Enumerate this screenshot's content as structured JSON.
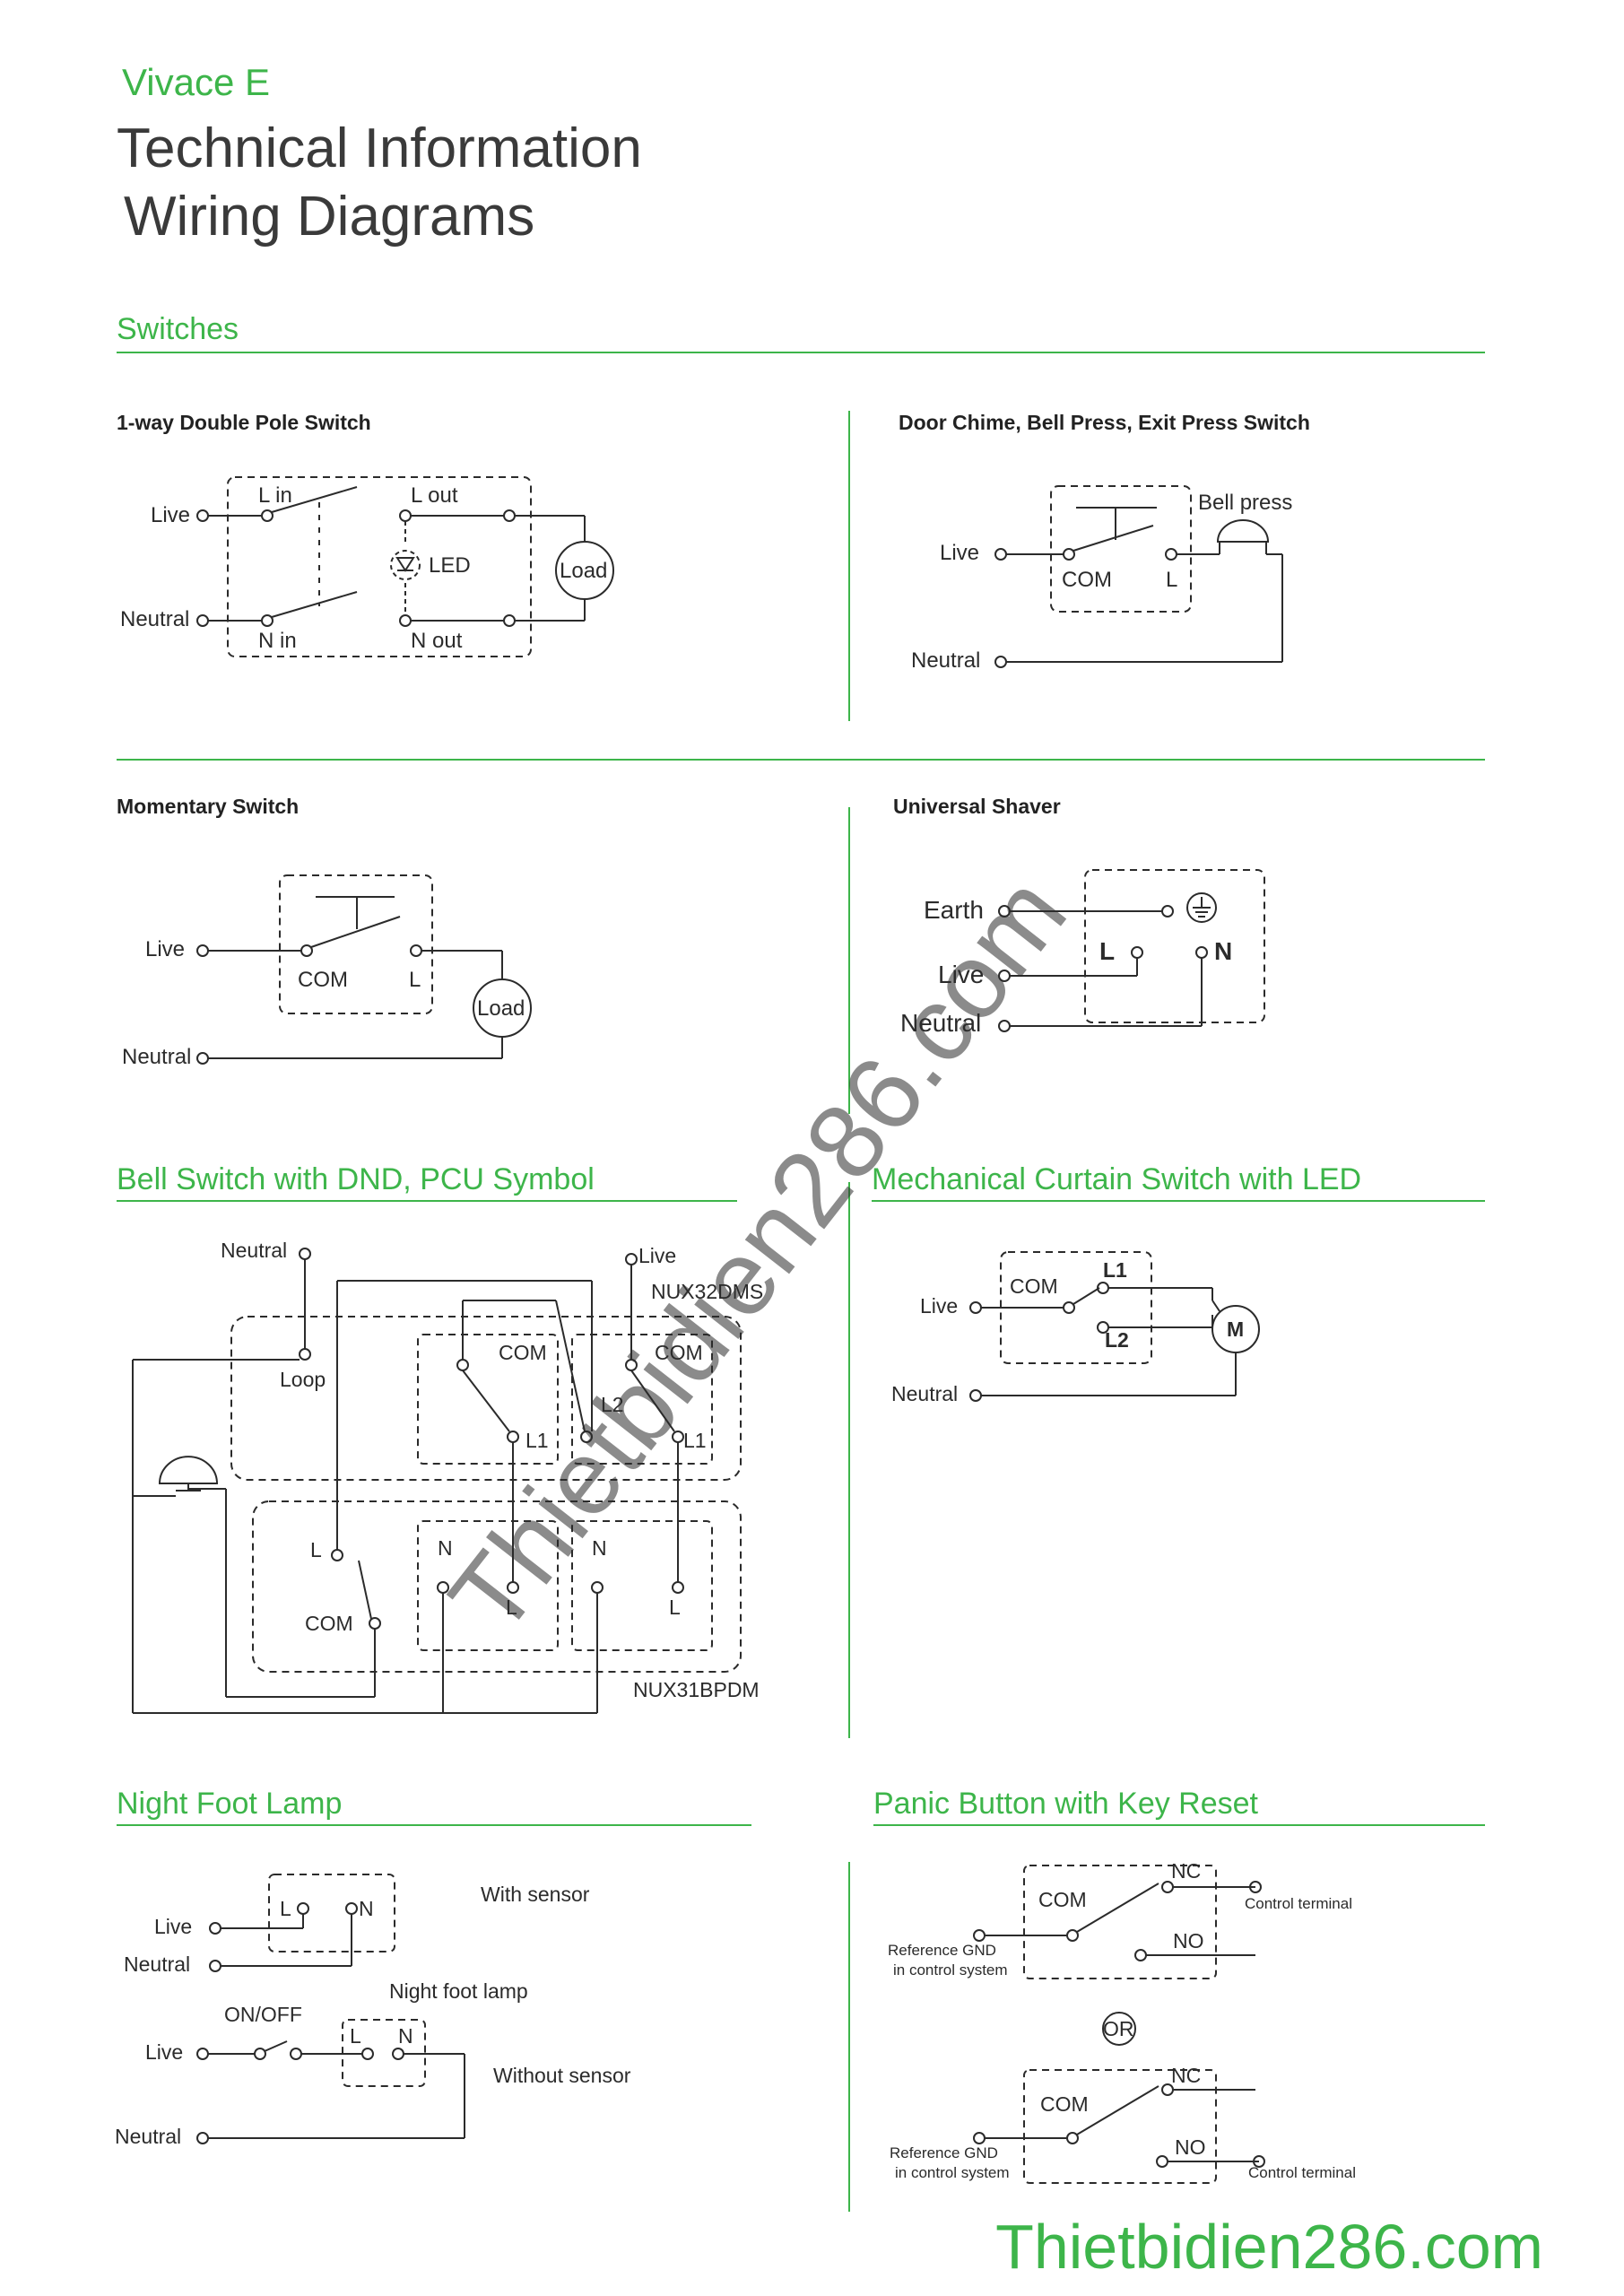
{
  "header": {
    "brand": "Vivace E",
    "title_line1": "Technical Information",
    "title_line2": "Wiring Diagrams"
  },
  "sections": {
    "switches": "Switches",
    "bell_dnd": "Bell Switch with DND, PCU Symbol",
    "curtain": "Mechanical Curtain Switch with LED",
    "night_lamp": "Night Foot Lamp",
    "panic": "Panic Button with Key Reset"
  },
  "subtitles": {
    "one_way": "1-way Double Pole Switch",
    "door_chime": "Door Chime, Bell Press, Exit Press Switch",
    "momentary": "Momentary Switch",
    "shaver": "Universal Shaver"
  },
  "labels": {
    "live": "Live",
    "neutral": "Neutral",
    "earth": "Earth",
    "l_in": "L in",
    "l_out": "L out",
    "n_in": "N in",
    "n_out": "N out",
    "led": "LED",
    "load": "Load",
    "com": "COM",
    "l": "L",
    "n": "N",
    "bell_press": "Bell press",
    "loop": "Loop",
    "l1": "L1",
    "l2": "L2",
    "m": "M",
    "nux32": "NUX32DMS",
    "nux31": "NUX31BPDM",
    "with_sensor": "With sensor",
    "without_sensor": "Without sensor",
    "night_foot_lamp": "Night foot lamp",
    "on_off": "ON/OFF",
    "nc": "NC",
    "no": "NO",
    "or": "OR",
    "control_terminal": "Control terminal",
    "ref_gnd_1": "Reference GND",
    "ref_gnd_2": "in control system"
  },
  "watermark": "Thietbidien286.com",
  "footer": {
    "site": "Thietbidien286.com"
  },
  "colors": {
    "accent": "#3db54a",
    "line": "#2b2b2b"
  }
}
